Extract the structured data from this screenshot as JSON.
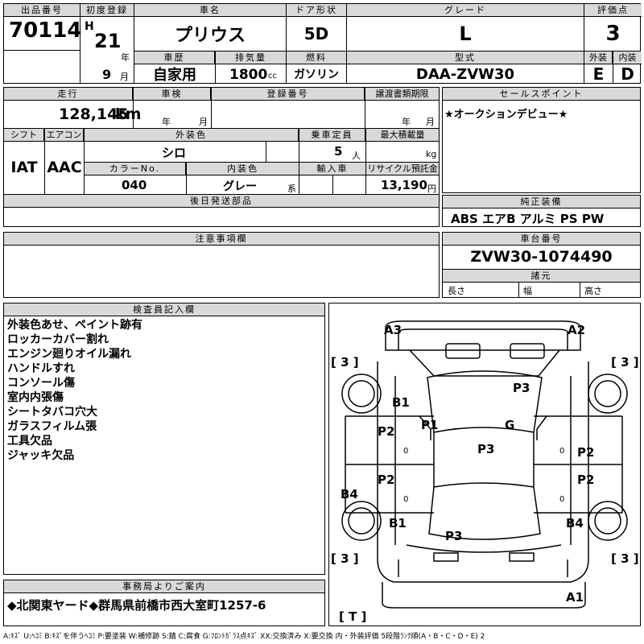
{
  "header": {
    "lot_label": "出品番号",
    "lot": "70114",
    "first_reg_label": "初度登録",
    "era": "H",
    "year": "21",
    "year_unit": "年",
    "month": "9",
    "month_unit": "月",
    "car_name_label": "車名",
    "car_name": "プリウス",
    "door_label": "ドア形状",
    "door": "5D",
    "grade_label": "グレード",
    "grade": "L",
    "score_label": "評価点",
    "score": "3",
    "history_label": "車歴",
    "history": "自家用",
    "displacement_label": "排気量",
    "displacement": "1800",
    "displacement_unit": "cc",
    "fuel_label": "燃料",
    "fuel": "ガソリン",
    "model_label": "型式",
    "model": "DAA-ZVW30",
    "exterior_label": "外装",
    "exterior": "E",
    "interior_label": "内装",
    "interior": "D"
  },
  "specs": {
    "mileage_label": "走行",
    "mileage": "128,145",
    "mileage_unit": "km",
    "inspection_label": "車検",
    "inspection_year_unit": "年",
    "inspection_month_unit": "月",
    "reg_no_label": "登録番号",
    "transfer_label": "譲渡書類期限",
    "transfer_year_unit": "年",
    "transfer_month_unit": "月",
    "shift_label": "シフト",
    "shift": "IAT",
    "ac_label": "エアコン",
    "ac": "AAC",
    "ext_color_label": "外装色",
    "ext_color": "シロ",
    "capacity_label": "乗車定員",
    "capacity": "5",
    "capacity_unit": "人",
    "max_load_label": "最大積載量",
    "max_load_unit": "kg",
    "color_no_label": "カラーNo.",
    "color_no": "040",
    "int_color_label": "内装色",
    "int_color": "グレー",
    "int_color_suffix": "系",
    "import_label": "輸入車",
    "recycle_label": "リサイクル預託金",
    "recycle": "13,190",
    "recycle_unit": "円",
    "later_parts_label": "後日発送部品"
  },
  "sales_point": {
    "label": "セールスポイント",
    "text": "★オークションデビュー★"
  },
  "equipment": {
    "label": "純正装備",
    "text": "ABS エアB アルミ PS PW"
  },
  "notes": {
    "label": "注意事項欄"
  },
  "chassis": {
    "label": "車台番号",
    "value": "ZVW30-1074490",
    "dims_label": "諸元",
    "length_label": "長さ",
    "width_label": "幅",
    "height_label": "高さ"
  },
  "inspector": {
    "label": "検査員記入欄",
    "lines": [
      "外装色あせ、ペイント跡有",
      "ロッカーカバー割れ",
      "エンジン廻りオイル漏れ",
      "ハンドルすれ",
      "コンソール傷",
      "室内内張傷",
      "シートタバコ穴大",
      "ガラスフィルム張",
      "工具欠品",
      "ジャッキ欠品"
    ]
  },
  "diagram": {
    "marks": [
      "A3",
      "A2",
      "B1",
      "P3",
      "P1",
      "G",
      "P2",
      "P3",
      "P2",
      "P2",
      "P2",
      "B4",
      "B1",
      "B4",
      "P3",
      "A1"
    ],
    "tire_labels": [
      "[ 3 ]",
      "[ 3 ]",
      "[ 3 ]",
      "[ 3 ]"
    ],
    "spare_label": "[ T ]",
    "zeros": [
      "0",
      "0",
      "0",
      "0"
    ]
  },
  "office": {
    "label": "事務局よりご案内",
    "text": "◆北関東ヤード◆群馬県前橋市西大室町1257-6"
  },
  "legend": "A:ｷｽﾞ U:ﾍｺﾐ B:ｷｽﾞを伴うﾍｺﾐ P:要塗装 W:補修跡 S:錆 C:腐食 G:ﾌﾛﾝﾄｶﾞﾗｽ点ｷｽﾞ XX:交換済み X:要交換 内・外装評価 5段階ﾗﾝｸ順(A・B・C・D・E) 2",
  "colors": {
    "header_bg": "#d9d9d9",
    "border": "#000000"
  }
}
